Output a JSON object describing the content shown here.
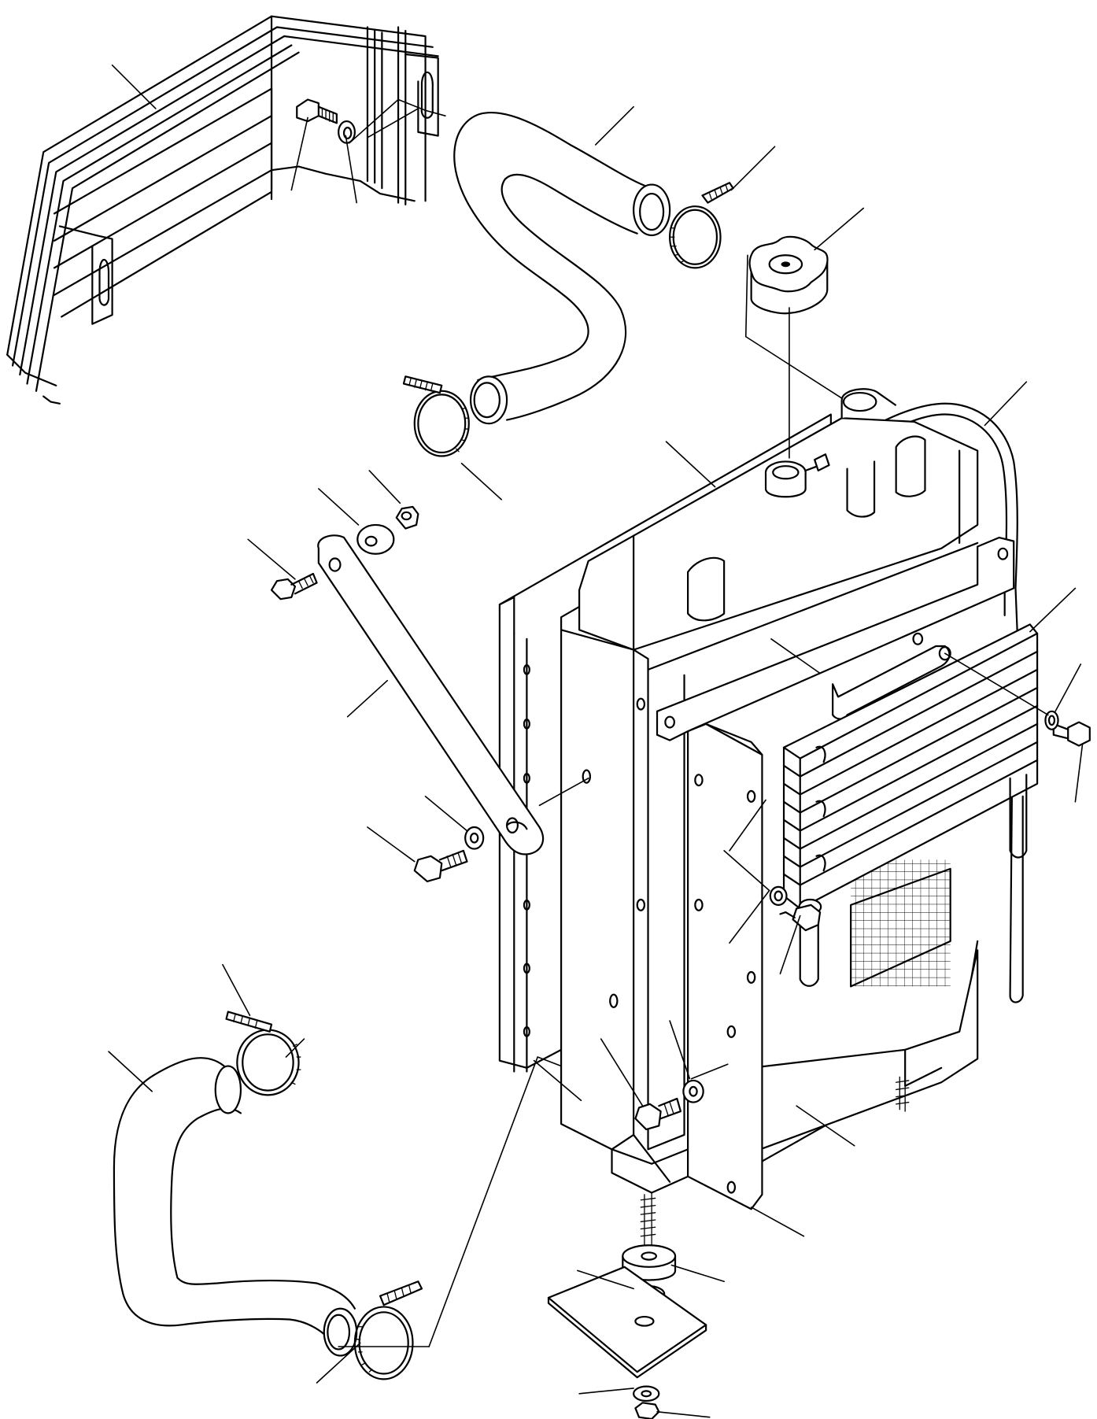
{
  "diagram": {
    "colors": {
      "line": "#000000",
      "background": "#ffffff"
    },
    "parts": [
      {
        "name": "radiator-guard"
      },
      {
        "name": "upper-hose"
      },
      {
        "name": "hose-clamp"
      },
      {
        "name": "radiator-cap"
      },
      {
        "name": "overflow-tube"
      },
      {
        "name": "radiator-core"
      },
      {
        "name": "oil-cooler"
      },
      {
        "name": "mounting-bracket"
      },
      {
        "name": "stay-bar"
      },
      {
        "name": "lower-hose"
      },
      {
        "name": "rubber-mount"
      },
      {
        "name": "mounting-plate"
      },
      {
        "name": "bolt"
      },
      {
        "name": "washer"
      },
      {
        "name": "nut"
      }
    ]
  }
}
